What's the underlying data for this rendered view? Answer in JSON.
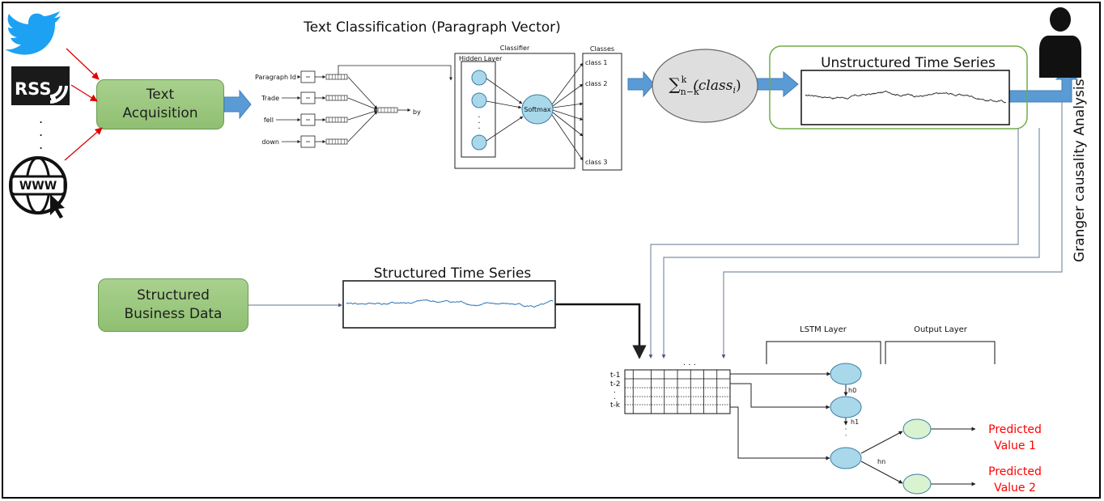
{
  "title": "Text Classification (Paragraph Vector)",
  "sources": {
    "icons": [
      "twitter-bird-icon",
      "rss-feed-icon",
      "www-globe-icon"
    ],
    "rss_label": "RSS",
    "www_label": "WWW",
    "dots": ".\n.\n."
  },
  "text_acquisition": "Text\nAcquisition",
  "paragraph_vector": {
    "inputs": [
      "Paragraph Id",
      "Trade",
      "fell",
      "down"
    ],
    "output": "by"
  },
  "classifier": {
    "title": "Classifier",
    "hidden_layer": "Hidden Layer",
    "softmax": "Softmax",
    "dots": "·\n·\n·"
  },
  "classes": {
    "title": "Classes",
    "items": [
      "class 1",
      "class 2",
      "class 3"
    ]
  },
  "sum_formula": "∑ n−k k (class i )",
  "unstructured_series": {
    "title": "Unstructured Time Series"
  },
  "granger_label": "Granger causality Analysis",
  "structured_business": "Structured\nBusiness Data",
  "structured_series": {
    "title": "Structured Time Series"
  },
  "lstm": {
    "lstm_layer": "LSTM Layer",
    "output_layer": "Output Layer",
    "row_labels": [
      "t-1",
      "t-2",
      ".",
      ".",
      "t-k"
    ],
    "top_dots": ". . .",
    "hidden_labels": [
      "h0",
      "h1",
      "hn"
    ],
    "dots": "·\n·"
  },
  "predictions": [
    "Predicted\nValue 1",
    "Predicted\nValue 2"
  ],
  "colors": {
    "green_box": "#a9d18e",
    "blue_arrow": "#5b9bd5",
    "node_fill": "#a8d8ea",
    "output_node": "#d9f2d0",
    "red_text": "#ff0000",
    "red_arrow": "#e00000",
    "connector": "#7f8fa6"
  }
}
